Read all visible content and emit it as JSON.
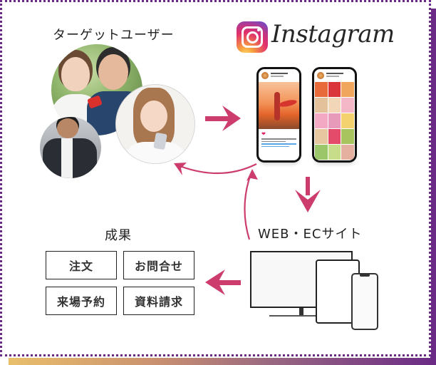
{
  "diagram": {
    "title_target_users": "ターゲットユーザー",
    "instagram": {
      "logo_icon": "instagram-logo-icon",
      "wordmark": "Instagram",
      "phones": [
        {
          "type": "single-post",
          "reaction_icon": "heart-icon"
        },
        {
          "type": "profile-grid"
        }
      ]
    },
    "web_ec_label": "WEB・ECサイト",
    "results": {
      "title": "成果",
      "items": [
        "注文",
        "お問合せ",
        "来場予約",
        "資料請求"
      ]
    },
    "arrows": [
      {
        "from": "target-users",
        "to": "instagram",
        "direction": "right"
      },
      {
        "from": "instagram",
        "to": "target-users",
        "direction": "curved-back"
      },
      {
        "from": "instagram",
        "to": "web-ec-site",
        "direction": "down"
      },
      {
        "from": "web-ec-site",
        "to": "instagram",
        "direction": "curved-up"
      },
      {
        "from": "web-ec-site",
        "to": "results",
        "direction": "left"
      }
    ],
    "colors": {
      "arrow": "#cc3d6e",
      "frame": "#6a2a86",
      "gradient_start": "#e9bf6b",
      "gradient_end": "#6a2a86",
      "text": "#222222"
    }
  }
}
